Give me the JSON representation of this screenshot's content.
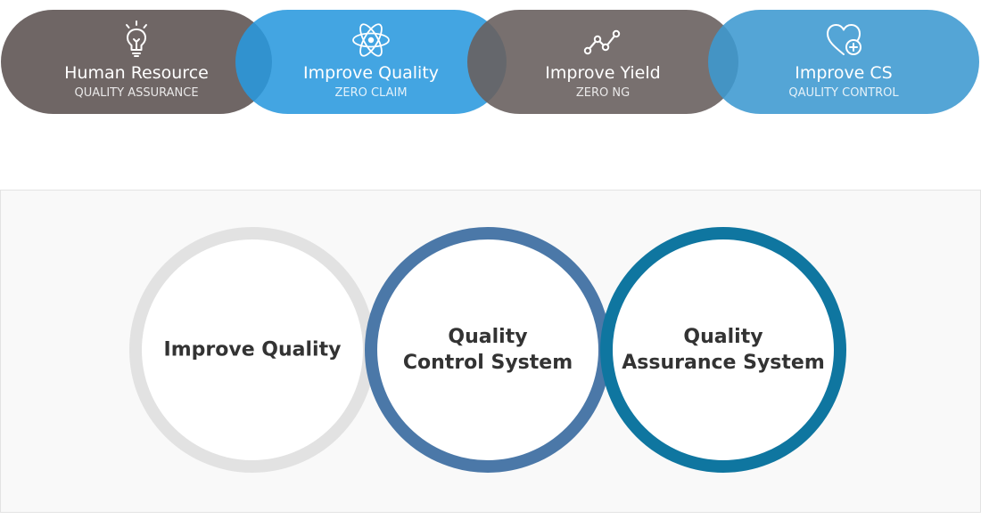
{
  "colors": {
    "gray_pill": "#6f6665",
    "blue_pill": "#3da3e0",
    "blue_pill_2": "#4fa0d6",
    "ring_gray": "#e2e2e2",
    "ring_blue": "#4b78a8",
    "ring_teal": "#0f76a0"
  },
  "pills": [
    {
      "icon": "lightbulb-icon",
      "title": "Human Resource",
      "subtitle": "QUALITY ASSURANCE"
    },
    {
      "icon": "atom-icon",
      "title": "Improve Quality",
      "subtitle": "ZERO CLAIM"
    },
    {
      "icon": "trend-line-icon",
      "title": "Improve Yield",
      "subtitle": "ZERO NG"
    },
    {
      "icon": "heart-plus-icon",
      "title": "Improve CS",
      "subtitle": "QAULITY CONTROL"
    }
  ],
  "circles": [
    {
      "lines": [
        "Improve Quality"
      ]
    },
    {
      "lines": [
        "Quality",
        "Control System"
      ]
    },
    {
      "lines": [
        "Quality",
        "Assurance System"
      ]
    }
  ]
}
